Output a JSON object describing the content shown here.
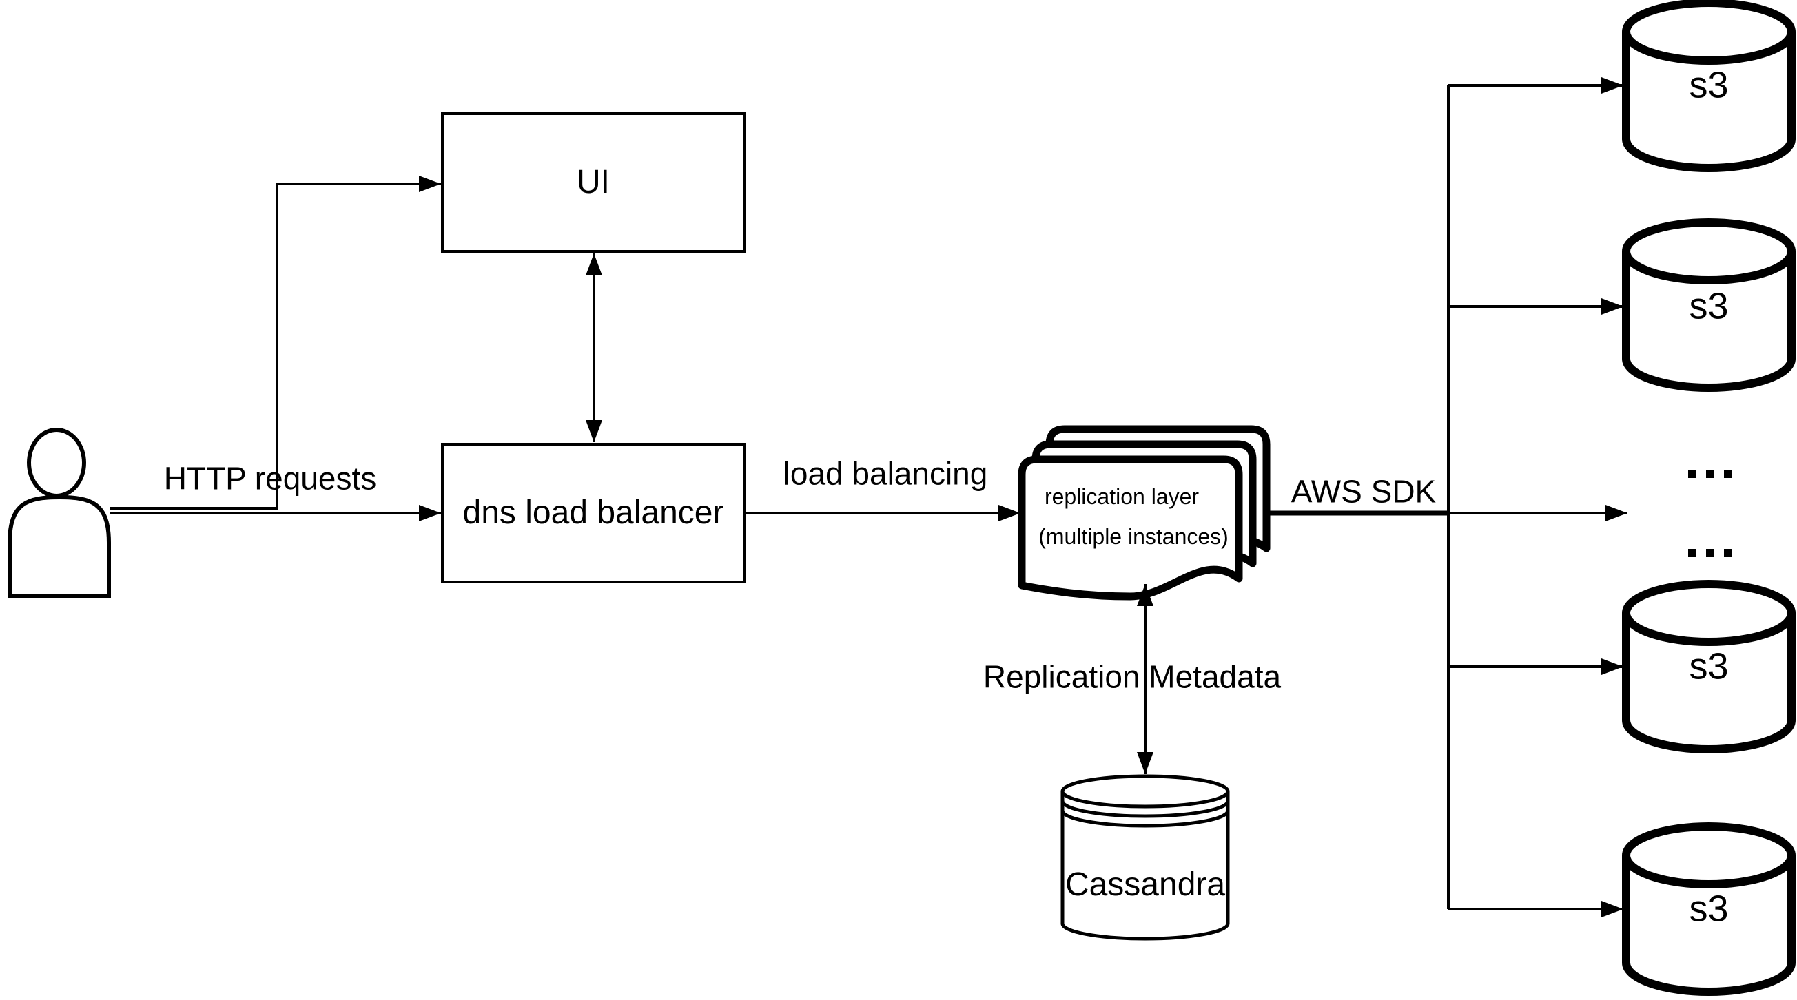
{
  "colors": {
    "stroke": "#000000",
    "shape_fill": "#ffffff",
    "background": "#ffffff"
  },
  "nodes": {
    "ui": {
      "label": "UI"
    },
    "dns_load_balancer": {
      "label": "dns load balancer"
    },
    "replication_layer": {
      "label_line1": "replication layer",
      "label_line2": "(multiple instances)"
    },
    "cassandra": {
      "label": "Cassandra"
    },
    "s3_buckets": [
      {
        "label": "s3"
      },
      {
        "label": "s3"
      },
      {
        "label": "s3"
      },
      {
        "label": "s3"
      }
    ],
    "ellipsis_rows": [
      "...",
      "..."
    ]
  },
  "edges": {
    "http_requests": {
      "label": "HTTP requests"
    },
    "load_balancing": {
      "label": "load balancing"
    },
    "aws_sdk": {
      "label": "AWS SDK"
    },
    "replication_metadata": {
      "label": "Replication Metadata"
    }
  }
}
